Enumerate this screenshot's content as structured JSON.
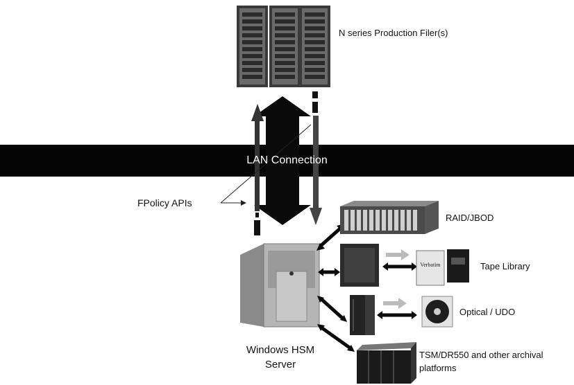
{
  "labels": {
    "production_filer": "N series Production Filer(s)",
    "lan_connection": "LAN Connection",
    "fpolicy_apis": "FPolicy APIs",
    "raid_jbod": "RAID/JBOD",
    "tape_library": "Tape Library",
    "optical_udo": "Optical / UDO",
    "tsm_line1": "TSM/DR550 and other archival",
    "tsm_line2": "platforms",
    "hsm_line1": "Windows HSM",
    "hsm_line2": "Server"
  },
  "colors": {
    "lan_bar": "#050505",
    "arrow_dark": "#0a0a0a",
    "arrow_grey": "#555555",
    "server_light": "#b5b5b5",
    "server_dark": "#2b2b2b",
    "transfer_arrow": "#bbbbbb"
  },
  "icons": {
    "filer": "server-rack-icon",
    "hsm_server": "tower-server-icon",
    "raid": "disk-array-icon",
    "tape": "tape-cartridge-icon",
    "optical": "optical-disc-icon",
    "tsm": "archival-rack-icon"
  }
}
